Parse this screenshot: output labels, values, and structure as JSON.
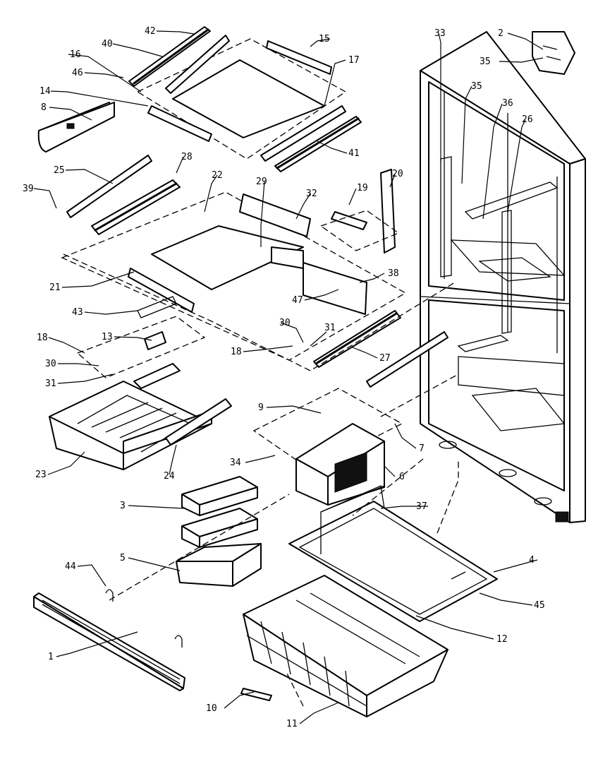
{
  "callouts": [
    {
      "id": "c1",
      "label": "1"
    },
    {
      "id": "c2",
      "label": "2"
    },
    {
      "id": "c3",
      "label": "3"
    },
    {
      "id": "c4",
      "label": "4"
    },
    {
      "id": "c5",
      "label": "5"
    },
    {
      "id": "c6",
      "label": "6"
    },
    {
      "id": "c7",
      "label": "7"
    },
    {
      "id": "c8",
      "label": "8"
    },
    {
      "id": "c9",
      "label": "9"
    },
    {
      "id": "c10",
      "label": "10"
    },
    {
      "id": "c11",
      "label": "11"
    },
    {
      "id": "c12",
      "label": "12"
    },
    {
      "id": "c13",
      "label": "13"
    },
    {
      "id": "c14",
      "label": "14"
    },
    {
      "id": "c15",
      "label": "15"
    },
    {
      "id": "c16",
      "label": "16"
    },
    {
      "id": "c17",
      "label": "17"
    },
    {
      "id": "c18a",
      "label": "18"
    },
    {
      "id": "c18b",
      "label": "18"
    },
    {
      "id": "c19",
      "label": "19"
    },
    {
      "id": "c20",
      "label": "20"
    },
    {
      "id": "c21",
      "label": "21"
    },
    {
      "id": "c22",
      "label": "22"
    },
    {
      "id": "c23",
      "label": "23"
    },
    {
      "id": "c24",
      "label": "24"
    },
    {
      "id": "c25",
      "label": "25"
    },
    {
      "id": "c26",
      "label": "26"
    },
    {
      "id": "c27",
      "label": "27"
    },
    {
      "id": "c28",
      "label": "28"
    },
    {
      "id": "c29",
      "label": "29"
    },
    {
      "id": "c30a",
      "label": "30"
    },
    {
      "id": "c30b",
      "label": "30"
    },
    {
      "id": "c31a",
      "label": "31"
    },
    {
      "id": "c31b",
      "label": "31"
    },
    {
      "id": "c32",
      "label": "32"
    },
    {
      "id": "c33",
      "label": "33"
    },
    {
      "id": "c34",
      "label": "34"
    },
    {
      "id": "c35a",
      "label": "35"
    },
    {
      "id": "c35b",
      "label": "35"
    },
    {
      "id": "c36",
      "label": "36"
    },
    {
      "id": "c37",
      "label": "37"
    },
    {
      "id": "c38",
      "label": "38"
    },
    {
      "id": "c39",
      "label": "39"
    },
    {
      "id": "c40",
      "label": "40"
    },
    {
      "id": "c41",
      "label": "41"
    },
    {
      "id": "c42",
      "label": "42"
    },
    {
      "id": "c43",
      "label": "43"
    },
    {
      "id": "c44",
      "label": "44"
    },
    {
      "id": "c45",
      "label": "45"
    },
    {
      "id": "c46",
      "label": "46"
    },
    {
      "id": "c47",
      "label": "47"
    }
  ]
}
